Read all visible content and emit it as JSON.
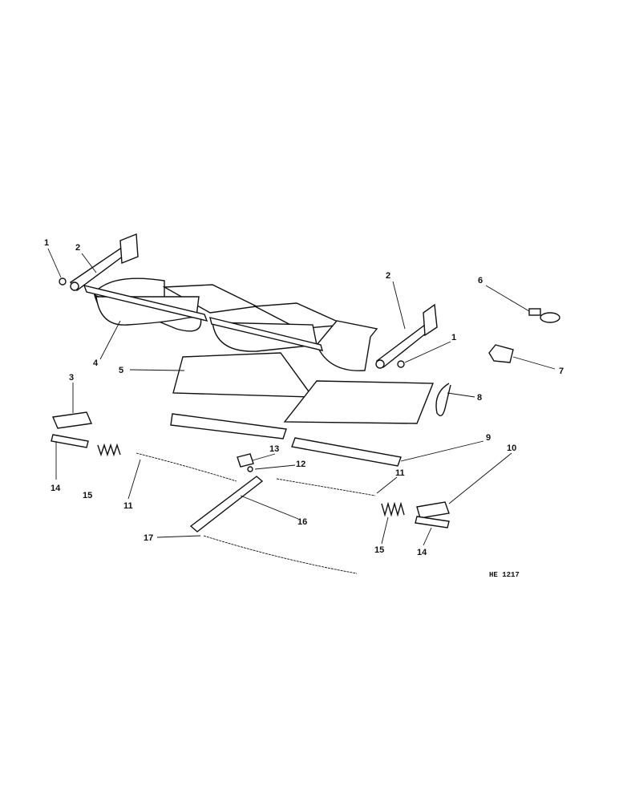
{
  "diagram": {
    "reference": "HE 1217",
    "callouts": [
      {
        "id": "c1a",
        "number": "1"
      },
      {
        "id": "c2a",
        "number": "2"
      },
      {
        "id": "c2b",
        "number": "2"
      },
      {
        "id": "c1b",
        "number": "1"
      },
      {
        "id": "c6",
        "number": "6"
      },
      {
        "id": "c7",
        "number": "7"
      },
      {
        "id": "c8",
        "number": "8"
      },
      {
        "id": "c3",
        "number": "3"
      },
      {
        "id": "c4",
        "number": "4"
      },
      {
        "id": "c5",
        "number": "5"
      },
      {
        "id": "c9",
        "number": "9"
      },
      {
        "id": "c10",
        "number": "10"
      },
      {
        "id": "c11a",
        "number": "11"
      },
      {
        "id": "c12",
        "number": "12"
      },
      {
        "id": "c13",
        "number": "13"
      },
      {
        "id": "c14a",
        "number": "14"
      },
      {
        "id": "c15a",
        "number": "15"
      },
      {
        "id": "c11b",
        "number": "11"
      },
      {
        "id": "c16",
        "number": "16"
      },
      {
        "id": "c17",
        "number": "17"
      },
      {
        "id": "c15b",
        "number": "15"
      },
      {
        "id": "c14b",
        "number": "14"
      }
    ]
  }
}
